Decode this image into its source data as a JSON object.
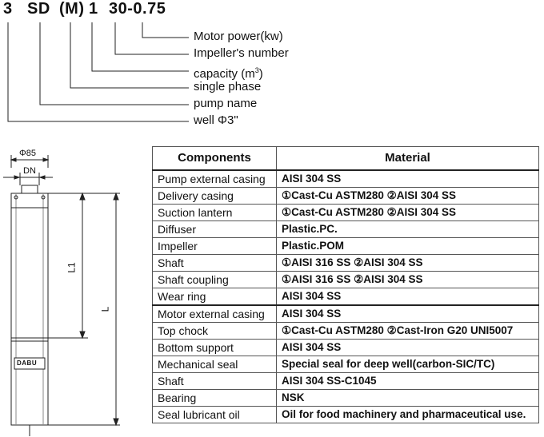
{
  "model_code": {
    "part_3": "3",
    "part_sd": "SD",
    "part_m": "(M)",
    "part_1": "1",
    "part_30": "30-0.75"
  },
  "legend": [
    {
      "label": "Motor power(kw)"
    },
    {
      "label": "Impeller's number"
    },
    {
      "label": "capacity (m",
      "sup": "3",
      "suffix": ")"
    },
    {
      "label": "single phase"
    },
    {
      "label": "pump name"
    },
    {
      "label": "well Φ3\""
    }
  ],
  "drawing": {
    "diameter_label": "Φ85",
    "dn_label": "DN",
    "l1_label": "L1",
    "l_label": "L",
    "brand_label": "DABU"
  },
  "table": {
    "header_components": "Components",
    "header_material": "Material",
    "rows": [
      {
        "component": "Pump external casing",
        "material": "AISI 304 SS"
      },
      {
        "component": "Delivery casing",
        "material": "①Cast-Cu ASTM280 ②AISI 304 SS"
      },
      {
        "component": "Suction lantern",
        "material": "①Cast-Cu ASTM280 ②AISI 304 SS"
      },
      {
        "component": "Diffuser",
        "material": "Plastic.PC."
      },
      {
        "component": "Impeller",
        "material": "Plastic.POM"
      },
      {
        "component": "Shaft",
        "material": "①AISI 316 SS ②AISI 304 SS"
      },
      {
        "component": "Shaft coupling",
        "material": "①AISI 316 SS ②AISI 304 SS"
      },
      {
        "component": "Wear ring",
        "material": "AISI 304 SS"
      },
      {
        "component": "Motor external casing",
        "material": "AISI 304 SS"
      },
      {
        "component": "Top chock",
        "material": "①Cast-Cu ASTM280 ②Cast-Iron G20 UNI5007"
      },
      {
        "component": "Bottom support",
        "material": "AISI 304 SS"
      },
      {
        "component": "Mechanical seal",
        "material": "Special seal for deep well(carbon-SIC/TC)"
      },
      {
        "component": "Shaft",
        "material": "AISI 304 SS-C1045"
      },
      {
        "component": "Bearing",
        "material": "NSK"
      },
      {
        "component": "Seal lubricant oil",
        "material": "Oil for food machinery and pharmaceutical use."
      }
    ]
  }
}
